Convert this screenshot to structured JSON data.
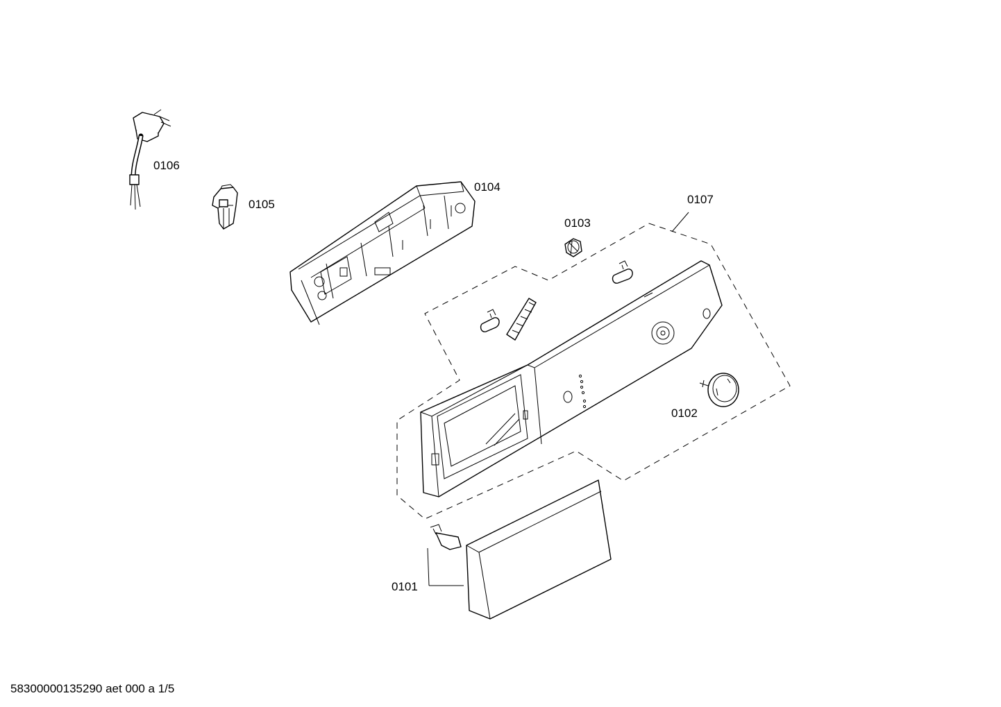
{
  "labels": {
    "p0101": "0101",
    "p0102": "0102",
    "p0103": "0103",
    "p0104": "0104",
    "p0105": "0105",
    "p0106": "0106",
    "p0107": "0107"
  },
  "footer": "58300000135290 aet 000 a 1/5"
}
